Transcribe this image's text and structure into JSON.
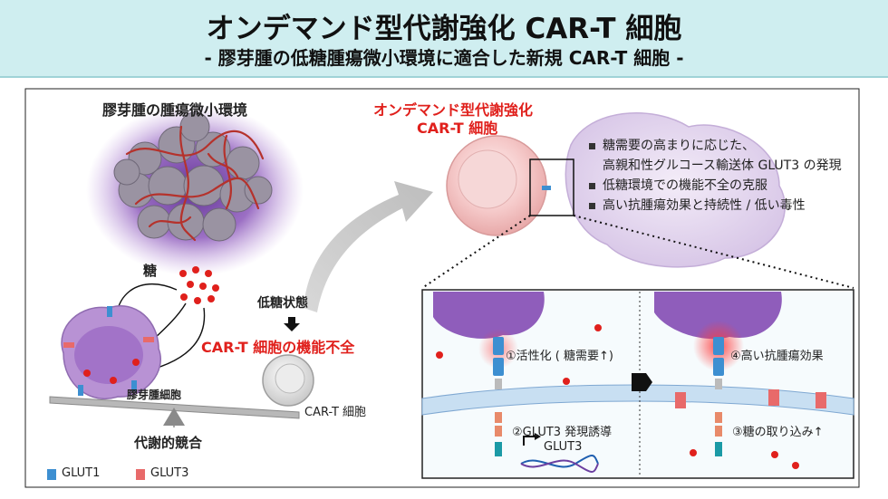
{
  "header": {
    "title": "オンデマンド型代謝強化 CAR-T 細胞",
    "subtitle": "- 膠芽腫の低糖腫瘍微小環境に適合した新規 CAR-T 細胞 -"
  },
  "left": {
    "tme_label": "膠芽腫の腫瘍微小環境",
    "sugar_label": "糖",
    "glioma_cell_label": "膠芽腫細胞",
    "competition_label": "代謝的競合",
    "low_sugar_label": "低糖状態",
    "dysfunction_label": "CAR-T 細胞の機能不全",
    "cart_cell_label": "CAR-T 細胞"
  },
  "legend": {
    "glut1": "GLUT1",
    "glut3": "GLUT3",
    "glut1_color": "#3d8fd1",
    "glut3_color": "#e86a6a"
  },
  "right": {
    "cell_title_line1": "オンデマンド型代謝強化",
    "cell_title_line2": "CAR-T 細胞",
    "bullets": [
      "糖需要の高まりに応じた、",
      "高親和性グルコース輸送体 GLUT3 の発現",
      "低糖環境での機能不全の克服",
      "高い抗腫瘍効果と持続性 / 低い毒性"
    ]
  },
  "inset": {
    "step1": "①活性化 ( 糖需要↑)",
    "step2": "②GLUT3 発現誘導",
    "step3": "③糖の取り込み↑",
    "step4": "④高い抗腫瘍効果",
    "gene_label": "GLUT3"
  },
  "colors": {
    "accent_red": "#e0201c",
    "header_bg": "#cfeef0",
    "tumor_purple": "#7a3fb0"
  }
}
